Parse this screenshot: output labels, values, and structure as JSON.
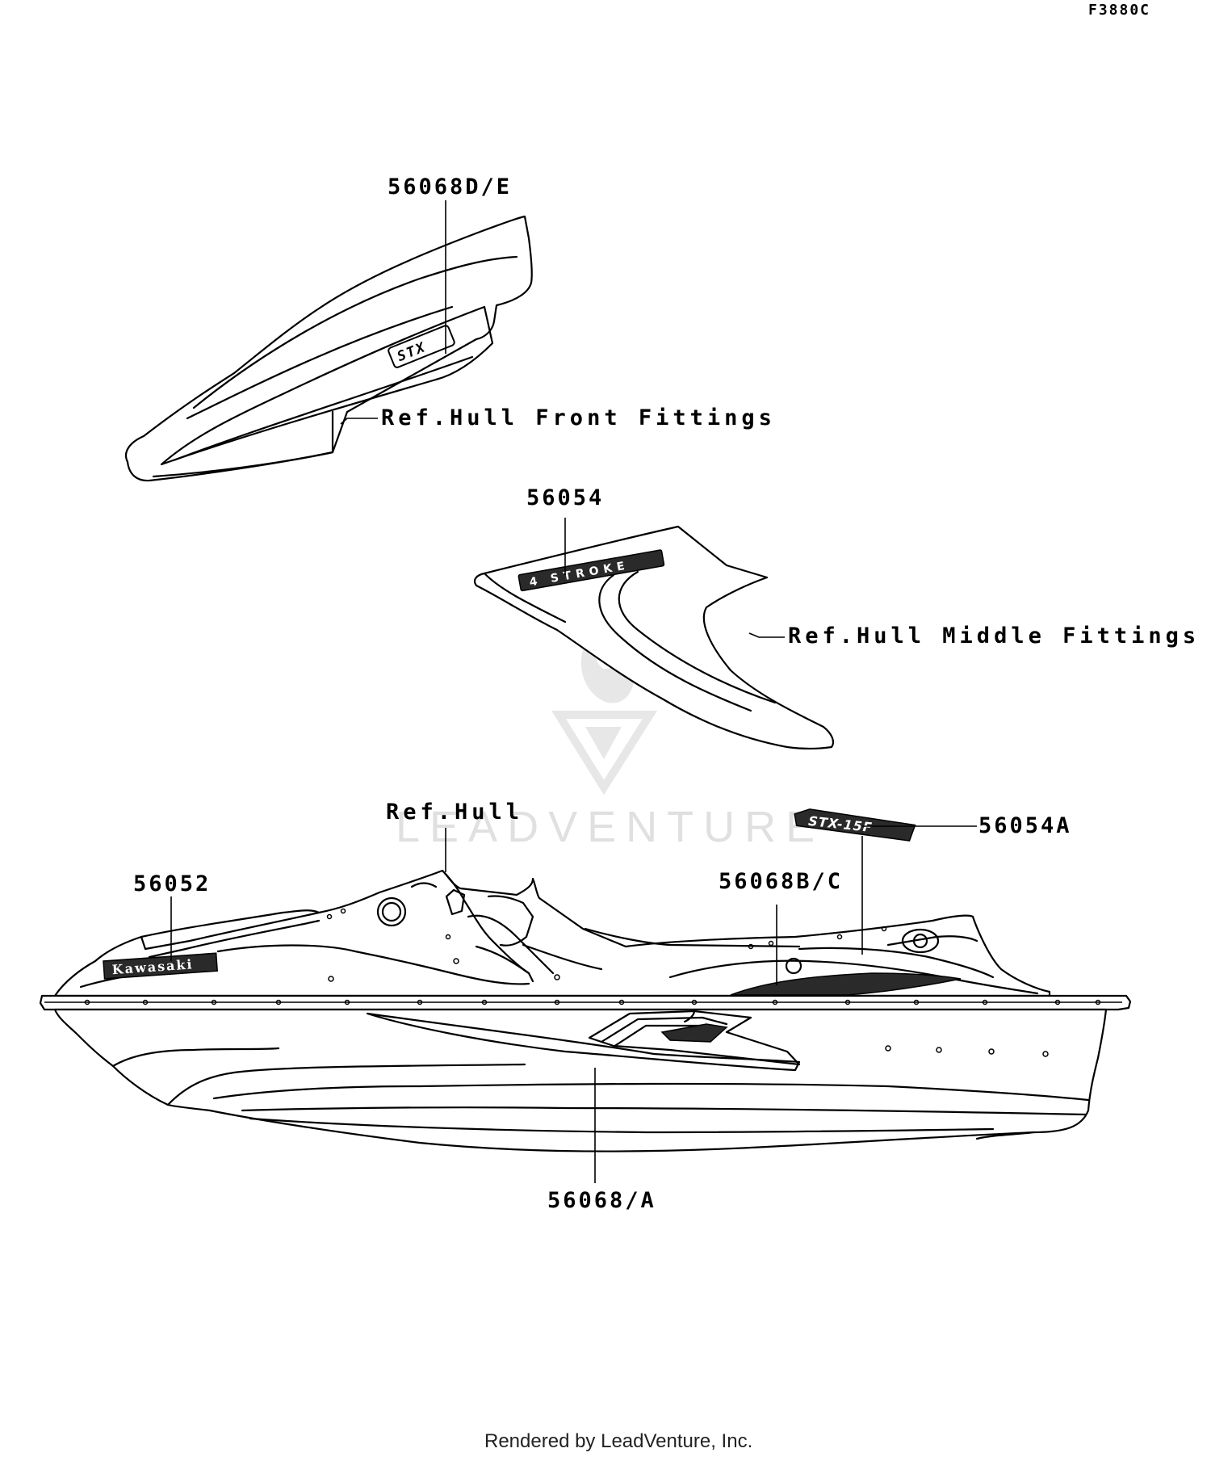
{
  "figure_code": "F3880C",
  "watermark": "LEADVENTURE",
  "footer": "Rendered by LeadVenture, Inc.",
  "decals": {
    "front_stx": "STX",
    "middle_4stroke": "4 STROKE",
    "kawasaki": "Kawasaki",
    "stx15f": "STX-15F"
  },
  "callouts": [
    {
      "id": "56068DE",
      "text": "56068D/E"
    },
    {
      "id": "ref_front",
      "text": "Ref.Hull Front Fittings"
    },
    {
      "id": "56054",
      "text": "56054"
    },
    {
      "id": "ref_middle",
      "text": "Ref.Hull Middle Fittings"
    },
    {
      "id": "ref_hull",
      "text": "Ref.Hull"
    },
    {
      "id": "56054A",
      "text": "56054A"
    },
    {
      "id": "56052",
      "text": "56052"
    },
    {
      "id": "56068BC",
      "text": "56068B/C"
    },
    {
      "id": "56068A",
      "text": "56068/A"
    }
  ]
}
